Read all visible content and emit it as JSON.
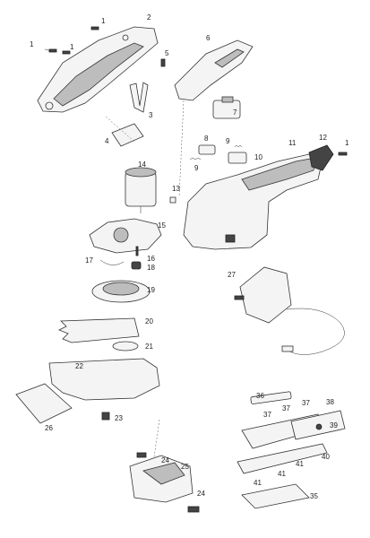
{
  "callouts": [
    {
      "id": "c1a",
      "text": "1"
    },
    {
      "id": "c1b",
      "text": "1"
    },
    {
      "id": "c1c",
      "text": "1"
    },
    {
      "id": "c1d",
      "text": "1"
    },
    {
      "id": "c2",
      "text": "2"
    },
    {
      "id": "c3",
      "text": "3"
    },
    {
      "id": "c4",
      "text": "4"
    },
    {
      "id": "c5",
      "text": "5"
    },
    {
      "id": "c6",
      "text": "6"
    },
    {
      "id": "c7",
      "text": "7"
    },
    {
      "id": "c8",
      "text": "8"
    },
    {
      "id": "c9a",
      "text": "9"
    },
    {
      "id": "c9b",
      "text": "9"
    },
    {
      "id": "c10",
      "text": "10"
    },
    {
      "id": "c11",
      "text": "11"
    },
    {
      "id": "c12",
      "text": "12"
    },
    {
      "id": "c13",
      "text": "13"
    },
    {
      "id": "c14",
      "text": "14"
    },
    {
      "id": "c15",
      "text": "15"
    },
    {
      "id": "c16",
      "text": "16"
    },
    {
      "id": "c17",
      "text": "17"
    },
    {
      "id": "c18",
      "text": "18"
    },
    {
      "id": "c19",
      "text": "19"
    },
    {
      "id": "c20",
      "text": "20"
    },
    {
      "id": "c21",
      "text": "21"
    },
    {
      "id": "c22",
      "text": "22"
    },
    {
      "id": "c23",
      "text": "23"
    },
    {
      "id": "c24a",
      "text": "24"
    },
    {
      "id": "c24b",
      "text": "24"
    },
    {
      "id": "c25",
      "text": "25"
    },
    {
      "id": "c26",
      "text": "26"
    },
    {
      "id": "c27",
      "text": "27"
    },
    {
      "id": "c35",
      "text": "35"
    },
    {
      "id": "c36",
      "text": "36"
    },
    {
      "id": "c37a",
      "text": "37"
    },
    {
      "id": "c37b",
      "text": "37"
    },
    {
      "id": "c37c",
      "text": "37"
    },
    {
      "id": "c38",
      "text": "38"
    },
    {
      "id": "c39",
      "text": "39"
    },
    {
      "id": "c40",
      "text": "40"
    },
    {
      "id": "c41a",
      "text": "41"
    },
    {
      "id": "c41b",
      "text": "41"
    },
    {
      "id": "c41c",
      "text": "41"
    }
  ]
}
